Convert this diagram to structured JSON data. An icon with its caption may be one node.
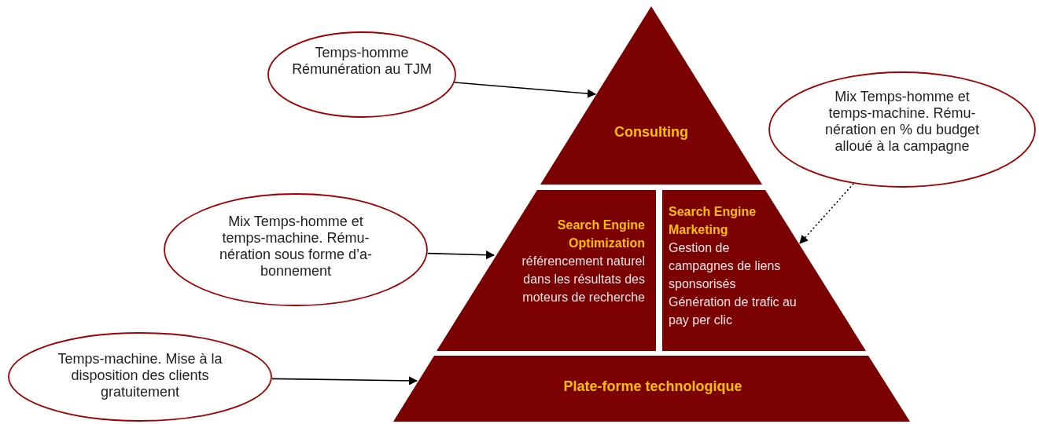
{
  "diagram": {
    "nodes": [
      {
        "text": [
          "Temps-homme Rémunération au TJM"
        ]
      },
      {
        "text": [
          "Mix Temps-homme et temps-machine. Rému- nération en % du budget alloué à la campagne"
        ]
      },
      {
        "text": [
          "Consulting"
        ]
      },
      {
        "text": [
          "Mix Temps-homme et temps-machine. Rému- nération sous forme d’a- bonnement"
        ]
      },
      {
        "text": [
          "Search Engine Optimization",
          "référencement naturel dans les résultats des moteurs de recherche"
        ]
      },
      {
        "text": [
          "Search Engine Marketing",
          "Gestion de campagnes de liens sponsorisés",
          "Génération de trafic au pay per clic"
        ]
      },
      {
        "text": [
          "Temps-machine. Mise à la disposition des clients gratuitement"
        ]
      },
      {
        "text": [
          "Plate-forme technologique"
        ]
      }
    ],
    "edges": [
      {
        "from": 0,
        "to": 2,
        "arrow": "to"
      },
      {
        "from": 1,
        "to": 5,
        "arrow": "to",
        "style": "dashed"
      },
      {
        "from": 3,
        "to": 4,
        "arrow": "to"
      },
      {
        "from": 6,
        "to": 7,
        "arrow": "to"
      }
    ]
  }
}
